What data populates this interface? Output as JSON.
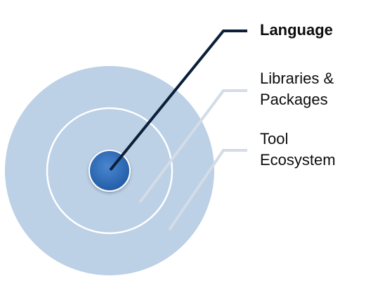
{
  "diagram": {
    "layers": [
      {
        "id": "language",
        "label_lines": [
          "Language"
        ],
        "emphasis": true,
        "fill": "#2f6db8",
        "stroke": "#1f4e8c",
        "leader_color": "#0b1f3a"
      },
      {
        "id": "libraries",
        "label_lines": [
          "Libraries &",
          "Packages"
        ],
        "emphasis": false,
        "fill": "#bcd0e6",
        "stroke": "#ffffff",
        "leader_color": "#d3dce7"
      },
      {
        "id": "tool-ecosystem",
        "label_lines": [
          "Tool",
          "Ecosystem"
        ],
        "emphasis": false,
        "fill": "#bcd0e6",
        "stroke": "#ffffff",
        "leader_color": "#d3dce7"
      }
    ],
    "colors": {
      "outer_ring": "#bcd0e6",
      "ring_border": "#ffffff",
      "core": "#2f6db8"
    }
  }
}
